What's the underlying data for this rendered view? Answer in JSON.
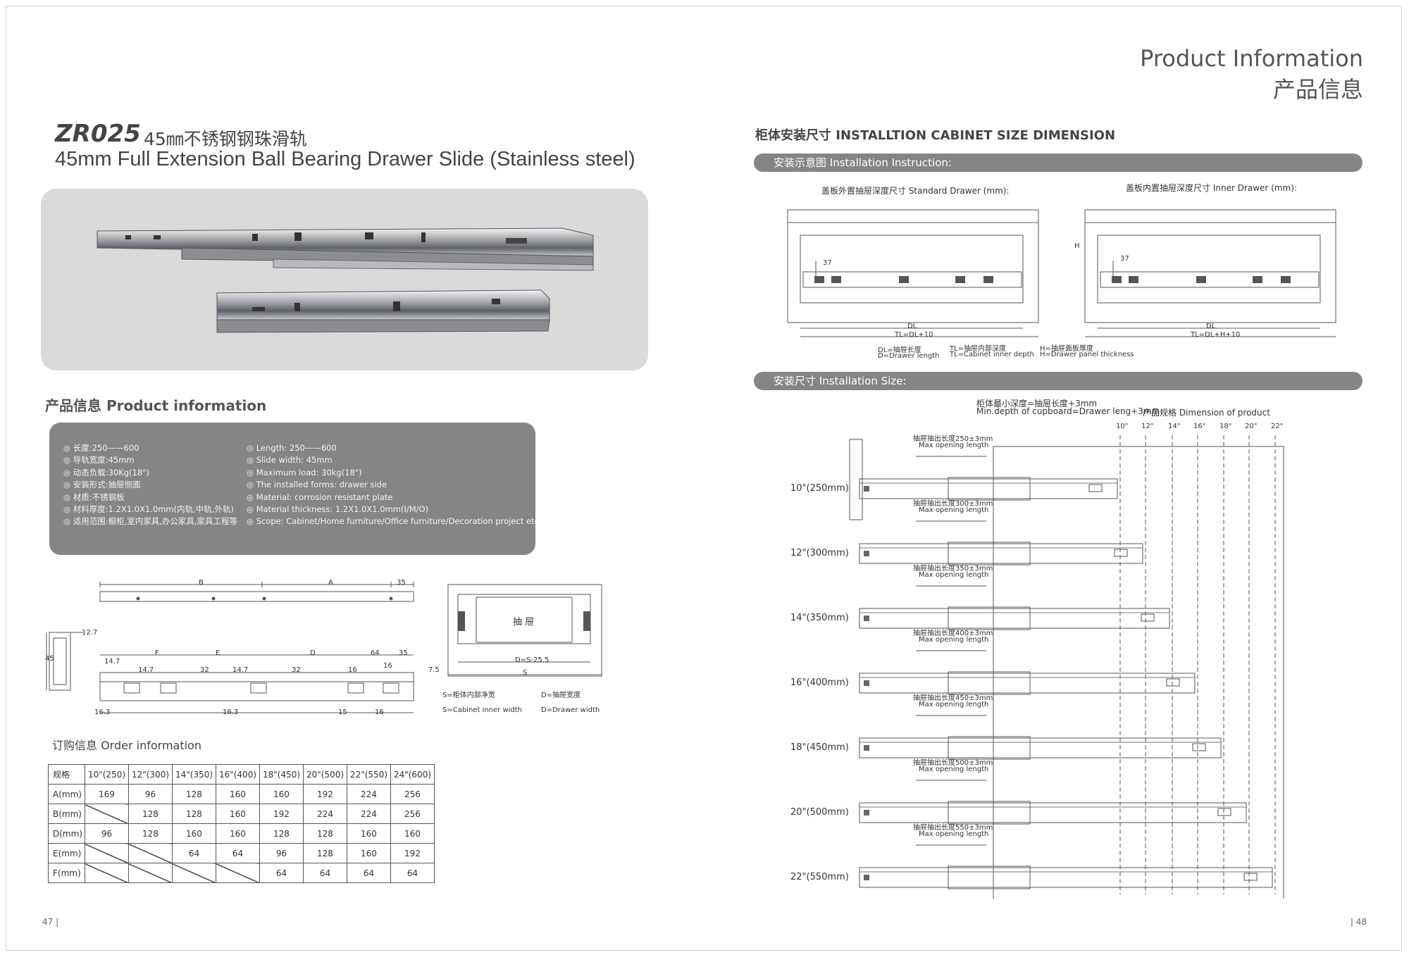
{
  "header": {
    "title_en": "Product Information",
    "title_cn": "产品信息"
  },
  "product": {
    "model": "ZR025",
    "name_cn": "45㎜不锈钢钢珠滑轨",
    "name_en": "45mm Full Extension  Ball Bearing Drawer Slide (Stainless steel)"
  },
  "product_info": {
    "heading": "产品信息  Product information",
    "cn": [
      "长度:250——600",
      "导轨宽度:45mm",
      "动态负载:30Kg(18\")",
      "安装形式:抽屉侧面",
      "材质:不锈钢板",
      "材料厚度:1.2X1.0X1.0mm(内轨,中轨,外轨)",
      "适用范围:橱柜,室内家具,办公家具,家具工程等"
    ],
    "en": [
      "Length: 250——600",
      "Slide width: 45mm",
      "Maximum load: 30kg(18\")",
      "The installed forms: drawer side",
      "Material: corrosion resistant plate",
      "Material thickness: 1.2X1.0X1.0mm(I/M/O)",
      "Scope: Cabinet/Home furniture/Office furniture/Decoration project etc."
    ]
  },
  "slide_diagram": {
    "dims": [
      "B",
      "A",
      "35",
      "12.7",
      "45",
      "14.7",
      "F",
      "E",
      "D",
      "64",
      "35",
      "14.7",
      "32",
      "14.7",
      "32",
      "16",
      "16",
      "7.5",
      "16.3",
      "16.3",
      "15",
      "16"
    ],
    "drawer_label": "抽 屉",
    "d_formula": "D=S-25.5",
    "s_label": "S",
    "legend": [
      "S=柜体内部净宽",
      "D=抽屉宽度",
      "S=Cabinet inner width",
      "D=Drawer width"
    ]
  },
  "order": {
    "heading": "订购信息  Order information",
    "headers": [
      "规格",
      "10\"(250)",
      "12\"(300)",
      "14\"(350)",
      "16\"(400)",
      "18\"(450)",
      "20\"(500)",
      "22\"(550)",
      "24\"(600)"
    ],
    "rows": [
      [
        "A(mm)",
        "169",
        "96",
        "128",
        "160",
        "160",
        "192",
        "224",
        "256"
      ],
      [
        "B(mm)",
        "",
        "128",
        "128",
        "160",
        "192",
        "224",
        "224",
        "256"
      ],
      [
        "D(mm)",
        "96",
        "128",
        "160",
        "160",
        "128",
        "128",
        "160",
        "160"
      ],
      [
        "E(mm)",
        "",
        "",
        "64",
        "64",
        "96",
        "128",
        "160",
        "192"
      ],
      [
        "F(mm)",
        "",
        "",
        "",
        "",
        "64",
        "64",
        "64",
        "64"
      ]
    ]
  },
  "pages": {
    "left": "47 |",
    "right": "| 48"
  },
  "cabinet": {
    "title": "柜体安装尺寸 INSTALLTION CABINET SIZE DIMENSION",
    "instruction_bar": "安装示意图 Installation Instruction:",
    "standard_label": "盖板外置抽屉深度尺寸 Standard Drawer (mm):",
    "inner_label": "盖板内置抽屉深度尺寸 Inner Drawer (mm):",
    "dim_37": "37",
    "dim_h": "H",
    "dl": "DL",
    "tl_standard": "TL=DL+10",
    "tl_inner": "TL=DL+H+10",
    "legend": [
      "DL=抽屉长度",
      "D=Drawer length",
      "TL=抽屉内部深度",
      "TL=Cabinet inner depth",
      "H=抽屉面板厚度",
      "H=Drawer panel thickness"
    ]
  },
  "install_size": {
    "bar": "安装尺寸 Installation Size:",
    "note1": "柜体最小深度=抽屉长度+3mm",
    "note2": "Min.depth of cupboard=Drawer leng+3mm",
    "note3": "产品规格 Dimension of product",
    "columns": [
      "10\"",
      "12\"",
      "14\"",
      "16\"",
      "18\"",
      "20\"",
      "22\""
    ],
    "rows": [
      {
        "size": "10\"(250mm)",
        "open_cn": "抽屉抽出长度250±3mm",
        "open_en": "Max opening length"
      },
      {
        "size": "12\"(300mm)",
        "open_cn": "抽屉抽出长度300±3mm",
        "open_en": "Max opening length"
      },
      {
        "size": "14\"(350mm)",
        "open_cn": "抽屉抽出长度350±3mm",
        "open_en": "Max opening length"
      },
      {
        "size": "16\"(400mm)",
        "open_cn": "抽屉抽出长度400±3mm",
        "open_en": "Max opening length"
      },
      {
        "size": "18\"(450mm)",
        "open_cn": "抽屉抽出长度450±3mm",
        "open_en": "Max opening length"
      },
      {
        "size": "20\"(500mm)",
        "open_cn": "抽屉抽出长度500±3mm",
        "open_en": "Max opening length"
      },
      {
        "size": "22\"(550mm)",
        "open_cn": "抽屉抽出长度550±3mm",
        "open_en": "Max opening length"
      }
    ]
  }
}
